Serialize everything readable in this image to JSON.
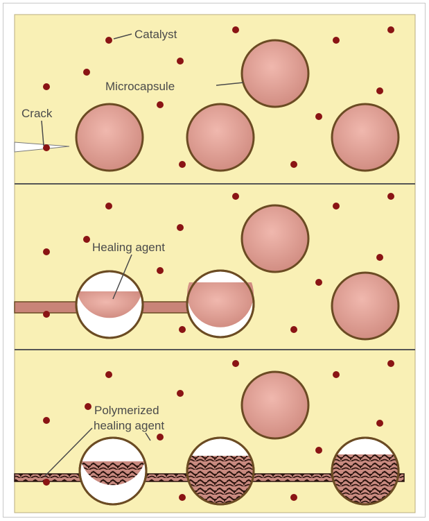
{
  "diagram": {
    "labels": {
      "catalyst": "Catalyst",
      "microcapsule": "Microcapsule",
      "crack": "Crack",
      "healing_agent": "Healing agent",
      "polymerized_line1": "Polymerized",
      "polymerized_line2": "healing agent"
    },
    "colors": {
      "matrix": "#f9f0b5",
      "capsule_fill": "#dc9a90",
      "capsule_border": "#6b4b23",
      "catalyst_dot": "#8a1414",
      "crack_fill": "#c98478",
      "polymer": "#3a1f16",
      "divider": "#555555"
    },
    "panels": [
      {
        "stage": "initial-crack"
      },
      {
        "stage": "healing-agent-released"
      },
      {
        "stage": "polymerized"
      }
    ]
  }
}
